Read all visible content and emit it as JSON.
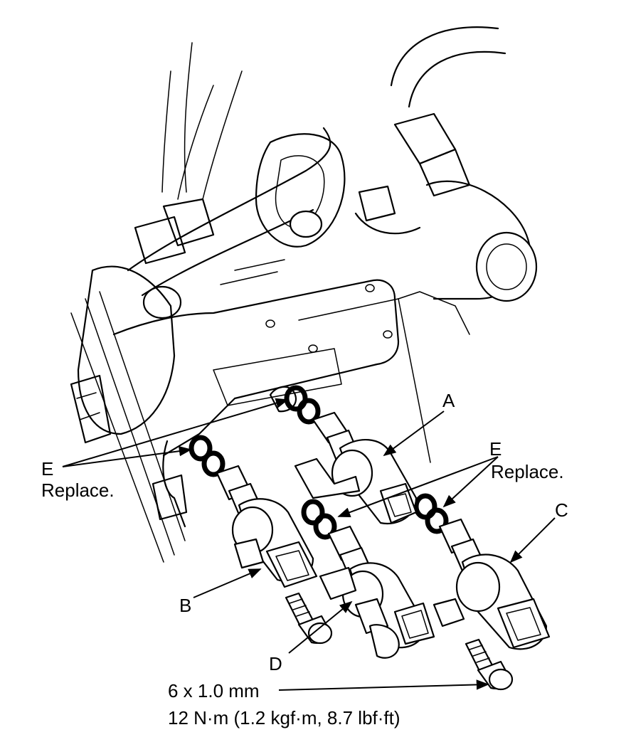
{
  "callouts": {
    "a": "A",
    "b": "B",
    "c": "C",
    "d": "D",
    "e_left": "E",
    "e_left_note": "Replace.",
    "e_right": "E",
    "e_right_note": "Replace."
  },
  "bolt_spec": {
    "size": "6 x 1.0 mm",
    "torque": "12 N·m (1.2 kgf·m, 8.7 lbf·ft)"
  }
}
